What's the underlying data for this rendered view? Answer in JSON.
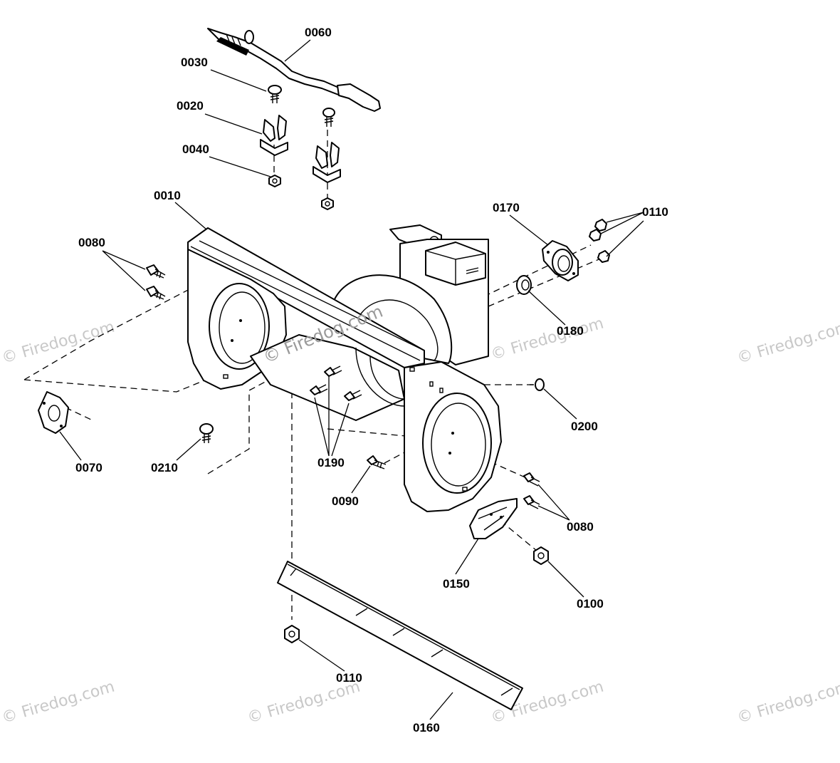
{
  "diagram": {
    "callouts": [
      {
        "id": "c0060",
        "label": "0060"
      },
      {
        "id": "c0030",
        "label": "0030"
      },
      {
        "id": "c0020",
        "label": "0020"
      },
      {
        "id": "c0040",
        "label": "0040"
      },
      {
        "id": "c0010",
        "label": "0010"
      },
      {
        "id": "c0080a",
        "label": "0080"
      },
      {
        "id": "c0170",
        "label": "0170"
      },
      {
        "id": "c0110a",
        "label": "0110"
      },
      {
        "id": "c0180",
        "label": "0180"
      },
      {
        "id": "c0200",
        "label": "0200"
      },
      {
        "id": "c0070",
        "label": "0070"
      },
      {
        "id": "c0210",
        "label": "0210"
      },
      {
        "id": "c0190",
        "label": "0190"
      },
      {
        "id": "c0090",
        "label": "0090"
      },
      {
        "id": "c0080b",
        "label": "0080"
      },
      {
        "id": "c0150",
        "label": "0150"
      },
      {
        "id": "c0100",
        "label": "0100"
      },
      {
        "id": "c0110b",
        "label": "0110"
      },
      {
        "id": "c0160",
        "label": "0160"
      }
    ],
    "watermark": "© Firedog.com"
  }
}
